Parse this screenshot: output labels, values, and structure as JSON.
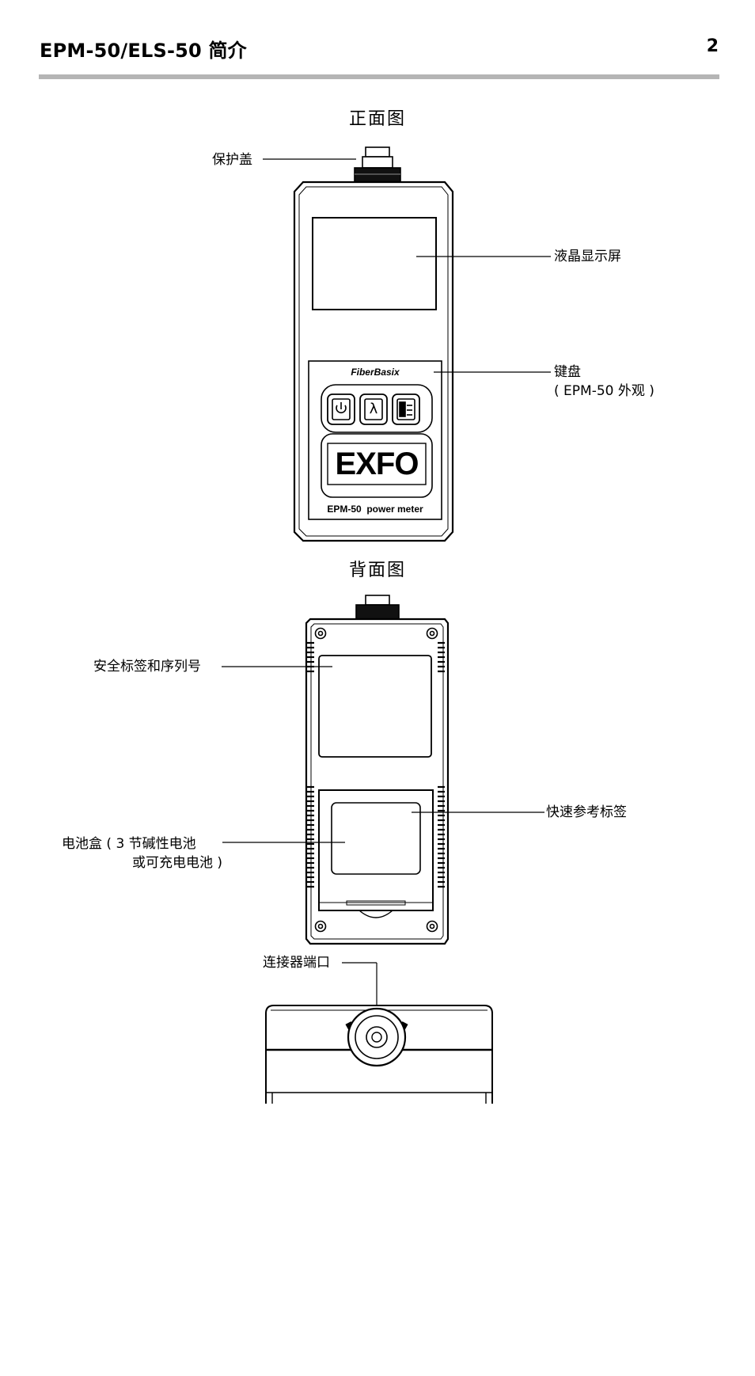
{
  "header": {
    "title": "EPM-50/ELS-50 简介",
    "page_number": "2"
  },
  "front_view": {
    "title": "正面图",
    "labels": {
      "protective_cap": "保护盖",
      "lcd": "液晶显示屏",
      "keypad_line1": "键盘",
      "keypad_line2": "( EPM-50 外观 )"
    },
    "device_text": {
      "brand_top": "FiberBasix",
      "logo": "EXFO",
      "model": "EPM-50  power meter",
      "lambda_key": "λ"
    }
  },
  "back_view": {
    "title": "背面图",
    "labels": {
      "safety_label": "安全标签和序列号",
      "quick_ref": "快速参考标签",
      "battery_line1": "电池盒 ( 3 节碱性电池",
      "battery_line2": "或可充电电池 )"
    }
  },
  "top_view": {
    "labels": {
      "connector_port": "连接器端口"
    }
  }
}
